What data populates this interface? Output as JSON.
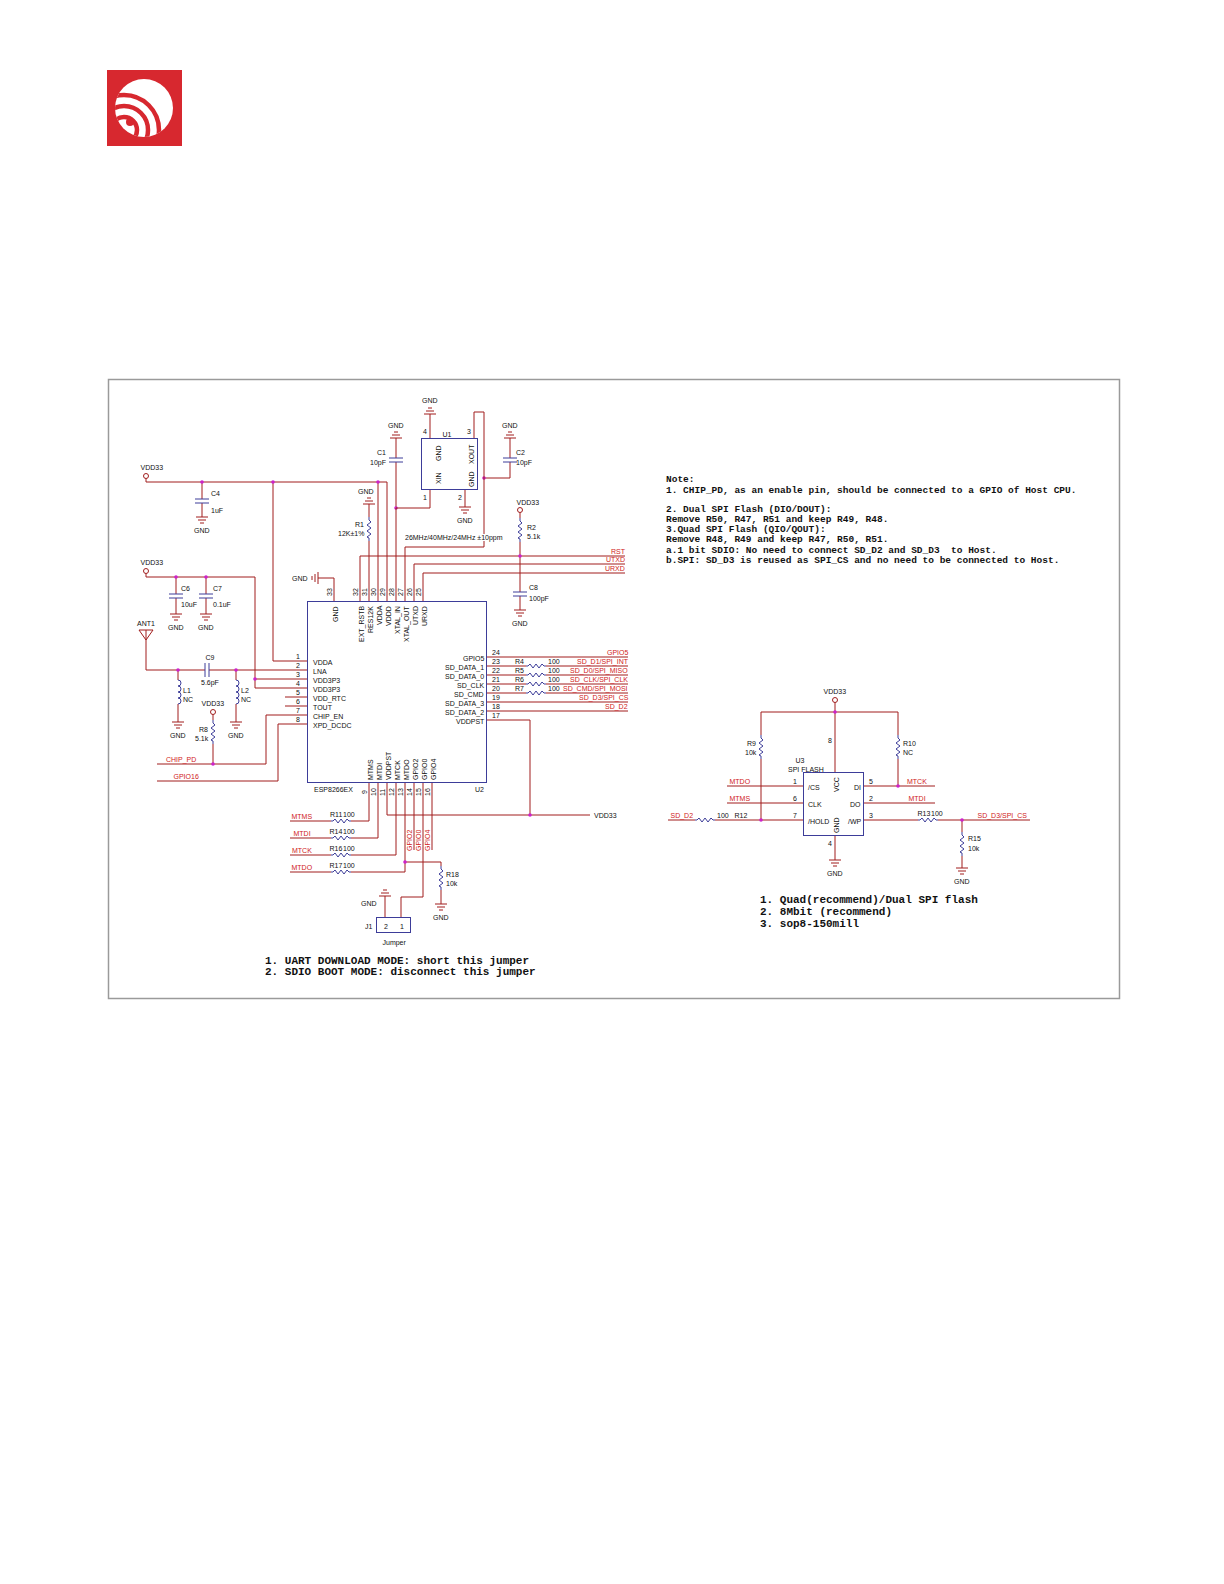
{
  "diagram": {
    "nodes": [
      {
        "text": [
          "U1",
          "GND",
          "XIN",
          "GND",
          "XOUT"
        ]
      },
      {
        "text": [
          "ESP8266EX",
          "U2",
          "VDDA",
          "LNA",
          "VDD3P3",
          "VDD3P3",
          "VDD_RTC",
          "TOUT",
          "CHIP_EN",
          "XPD_DCDC",
          "GPIO5",
          "SD_DATA_1",
          "SD_DATA_0",
          "SD_CLK",
          "SD_CMD",
          "SD_DATA_3",
          "SD_DATA_2",
          "VDDPST",
          "GND",
          "EXT_RSTB",
          "RES12K",
          "VDDA",
          "VDDD",
          "XTAL_IN",
          "XTAL_OUT",
          "UTXD",
          "URXD",
          "MTMS",
          "MTDI",
          "VDDPST",
          "MTCK",
          "MTDO",
          "GPIO2",
          "GPIO0",
          "GPIO4"
        ]
      },
      {
        "text": [
          "U3",
          "SPI FLASH",
          "/CS",
          "CLK",
          "/HOLD",
          "VCC",
          "GND",
          "DI",
          "DO",
          "/WP"
        ]
      },
      {
        "text": [
          "J1",
          "2",
          "1",
          "Jumper"
        ]
      }
    ],
    "edges": [
      {
        "from": 1,
        "to": 0,
        "arrow": "none"
      },
      {
        "from": 1,
        "to": 0,
        "arrow": "none"
      },
      {
        "from": 1,
        "to": 3,
        "arrow": "none"
      }
    ],
    "labels": [
      "GND",
      "4",
      "3",
      "1",
      "2",
      "GND",
      "GND",
      "C1",
      "10pF",
      "GND",
      "C2",
      "10pF",
      "26MHz/40MHz/24MHz ±10ppm",
      "VDD33",
      "C4",
      "1uF",
      "GND",
      "GND",
      "R1",
      "12K±1%",
      "VDD33",
      "R2",
      "5.1k",
      "RST",
      "UTXD",
      "URXD",
      "C8",
      "100pF",
      "GND",
      "GND",
      "33",
      "32",
      "31",
      "30",
      "29",
      "28",
      "27",
      "26",
      "25",
      "VDD33",
      "C6",
      "10uF",
      "GND",
      "C7",
      "0.1uF",
      "GND",
      "ANT1",
      "C9",
      "5.6pF",
      "L1",
      "NC",
      "GND",
      "L2",
      "NC",
      "GND",
      "VDD33",
      "R8",
      "5.1k",
      "CHIP_PD",
      "GPIO16",
      "1",
      "2",
      "3",
      "4",
      "5",
      "6",
      "7",
      "8",
      "24",
      "23",
      "22",
      "21",
      "20",
      "19",
      "18",
      "17",
      "R4",
      "100",
      "R5",
      "100",
      "R6",
      "100",
      "R7",
      "100",
      "GPIO5",
      "SD_D1/SPI_INT",
      "SD_D0/SPI_MISO",
      "SD_CLK/SPI_CLK",
      "SD_CMD/SPI_MOSI",
      "SD_D3/SPI_CS",
      "SD_D2",
      "VDD33",
      "9",
      "10",
      "11",
      "12",
      "13",
      "14",
      "15",
      "16",
      "GPIO2",
      "GPIO0",
      "GPIO4",
      "MTMS",
      "R11",
      "100",
      "MTDI",
      "R14",
      "100",
      "MTCK",
      "R16",
      "100",
      "MTDO",
      "R17",
      "100",
      "R18",
      "10k",
      "GND",
      "GND",
      "1. UART DOWNLOAD MODE: short this jumper",
      "2. SDIO BOOT MODE: disconnect this jumper",
      "Note:",
      "1. CHIP_PD, as an enable pin, should be connected to a GPIO of Host CPU.",
      "2. Dual SPI Flash (DIO/DOUT):",
      "Remove R50, R47, R51 and keep R49, R48.",
      "3.Quad SPI Flash (QIO/QOUT):",
      "Remove R48, R49 and keep R47, R50, R51.",
      "a.1 bit SDIO: No need to connect SD_D2 and SD_D3  to Host.",
      "b.SPI: SD_D3 is reused as SPI_CS and no need to be connected to Host.",
      "VDD33",
      "R9",
      "10k",
      "R10",
      "NC",
      "8",
      "MTDO",
      "1",
      "MTMS",
      "6",
      "SD_D2",
      "100",
      "R12",
      "7",
      "4",
      "GND",
      "5",
      "MTCK",
      "2",
      "MTDI",
      "3",
      "R13",
      "100",
      "SD_D3/SPI_CS",
      "R15",
      "10k",
      "GND",
      "1. Quad(recommend)/Dual SPI flash",
      "2. 8Mbit (recommend)",
      "3. sop8-150mill"
    ]
  }
}
